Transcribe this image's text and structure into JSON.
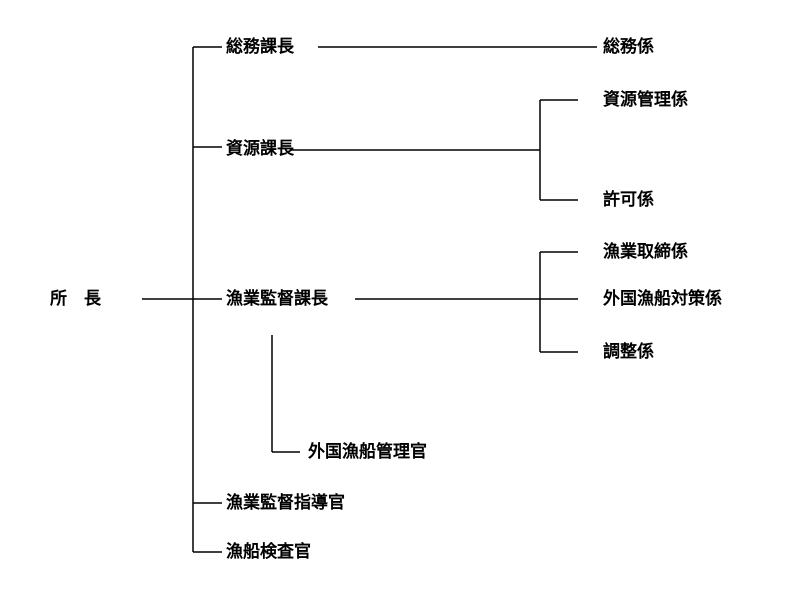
{
  "root": {
    "chief": "所　長"
  },
  "sections": {
    "general_affairs_chief": "総務課長",
    "resources_chief": "資源課長",
    "enforcement_chief": "漁業監督課長",
    "enforcement_officer": "漁業監督指導官",
    "vessel_inspector": "漁船検査官"
  },
  "units": {
    "general_affairs": "総務係",
    "resource_management": "資源管理係",
    "permits": "許可係",
    "fishery_enforcement": "漁業取締係",
    "foreign_vessel_measures": "外国漁船対策係",
    "coordination": "調整係",
    "foreign_vessel_manager": "外国漁船管理官"
  }
}
